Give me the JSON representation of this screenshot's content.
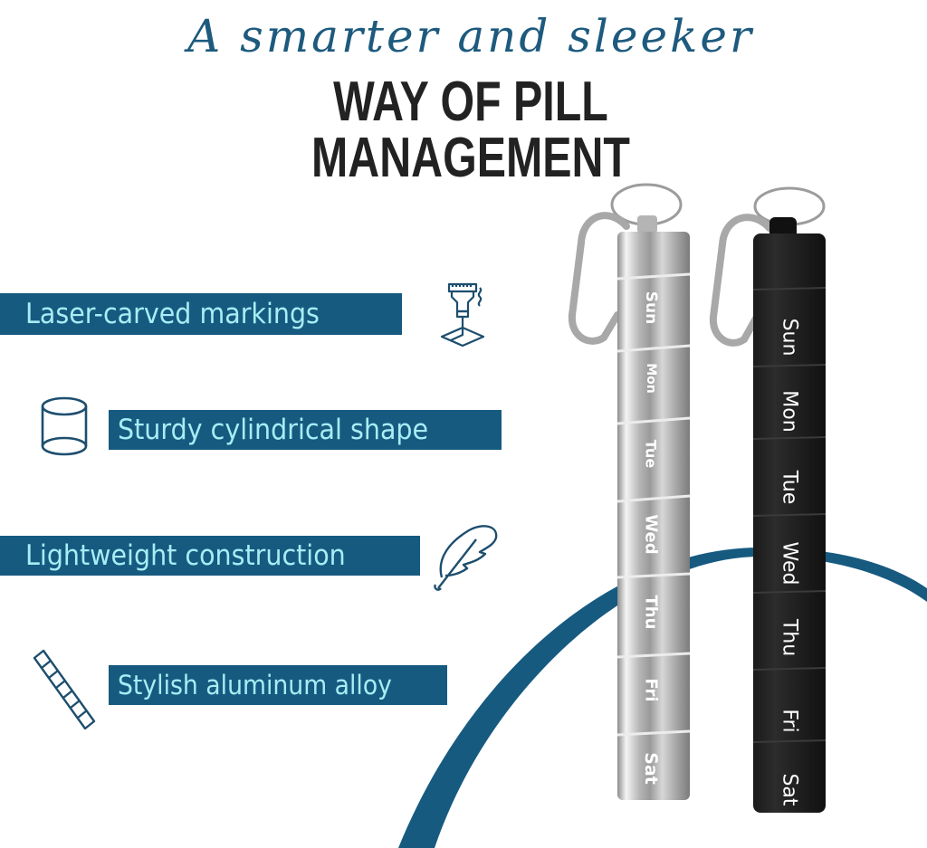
{
  "header": {
    "script_line": "A smarter and sleeker",
    "main_line": "WAY OF PILL MANAGEMENT"
  },
  "features": [
    {
      "label": "Laser-carved markings",
      "icon": "laser-engraver-icon"
    },
    {
      "label": "Sturdy cylindrical shape",
      "icon": "cylinder-icon"
    },
    {
      "label": "Lightweight construction",
      "icon": "feather-icon"
    },
    {
      "label": "Stylish aluminum alloy",
      "icon": "segmented-tube-icon"
    }
  ],
  "products": {
    "silver": {
      "color": "silver",
      "days": [
        "Sun",
        "Mon",
        "Tue",
        "Wed",
        "Thu",
        "Fri",
        "Sat"
      ]
    },
    "black": {
      "color": "black",
      "days": [
        "Sun",
        "Mon",
        "Tue",
        "Wed",
        "Thu",
        "Fri",
        "Sat"
      ]
    }
  },
  "colors": {
    "accent_blue": "#165a80",
    "label_text": "#a8ecf5",
    "title_dark": "#222222",
    "script_blue": "#1d5a7e"
  }
}
